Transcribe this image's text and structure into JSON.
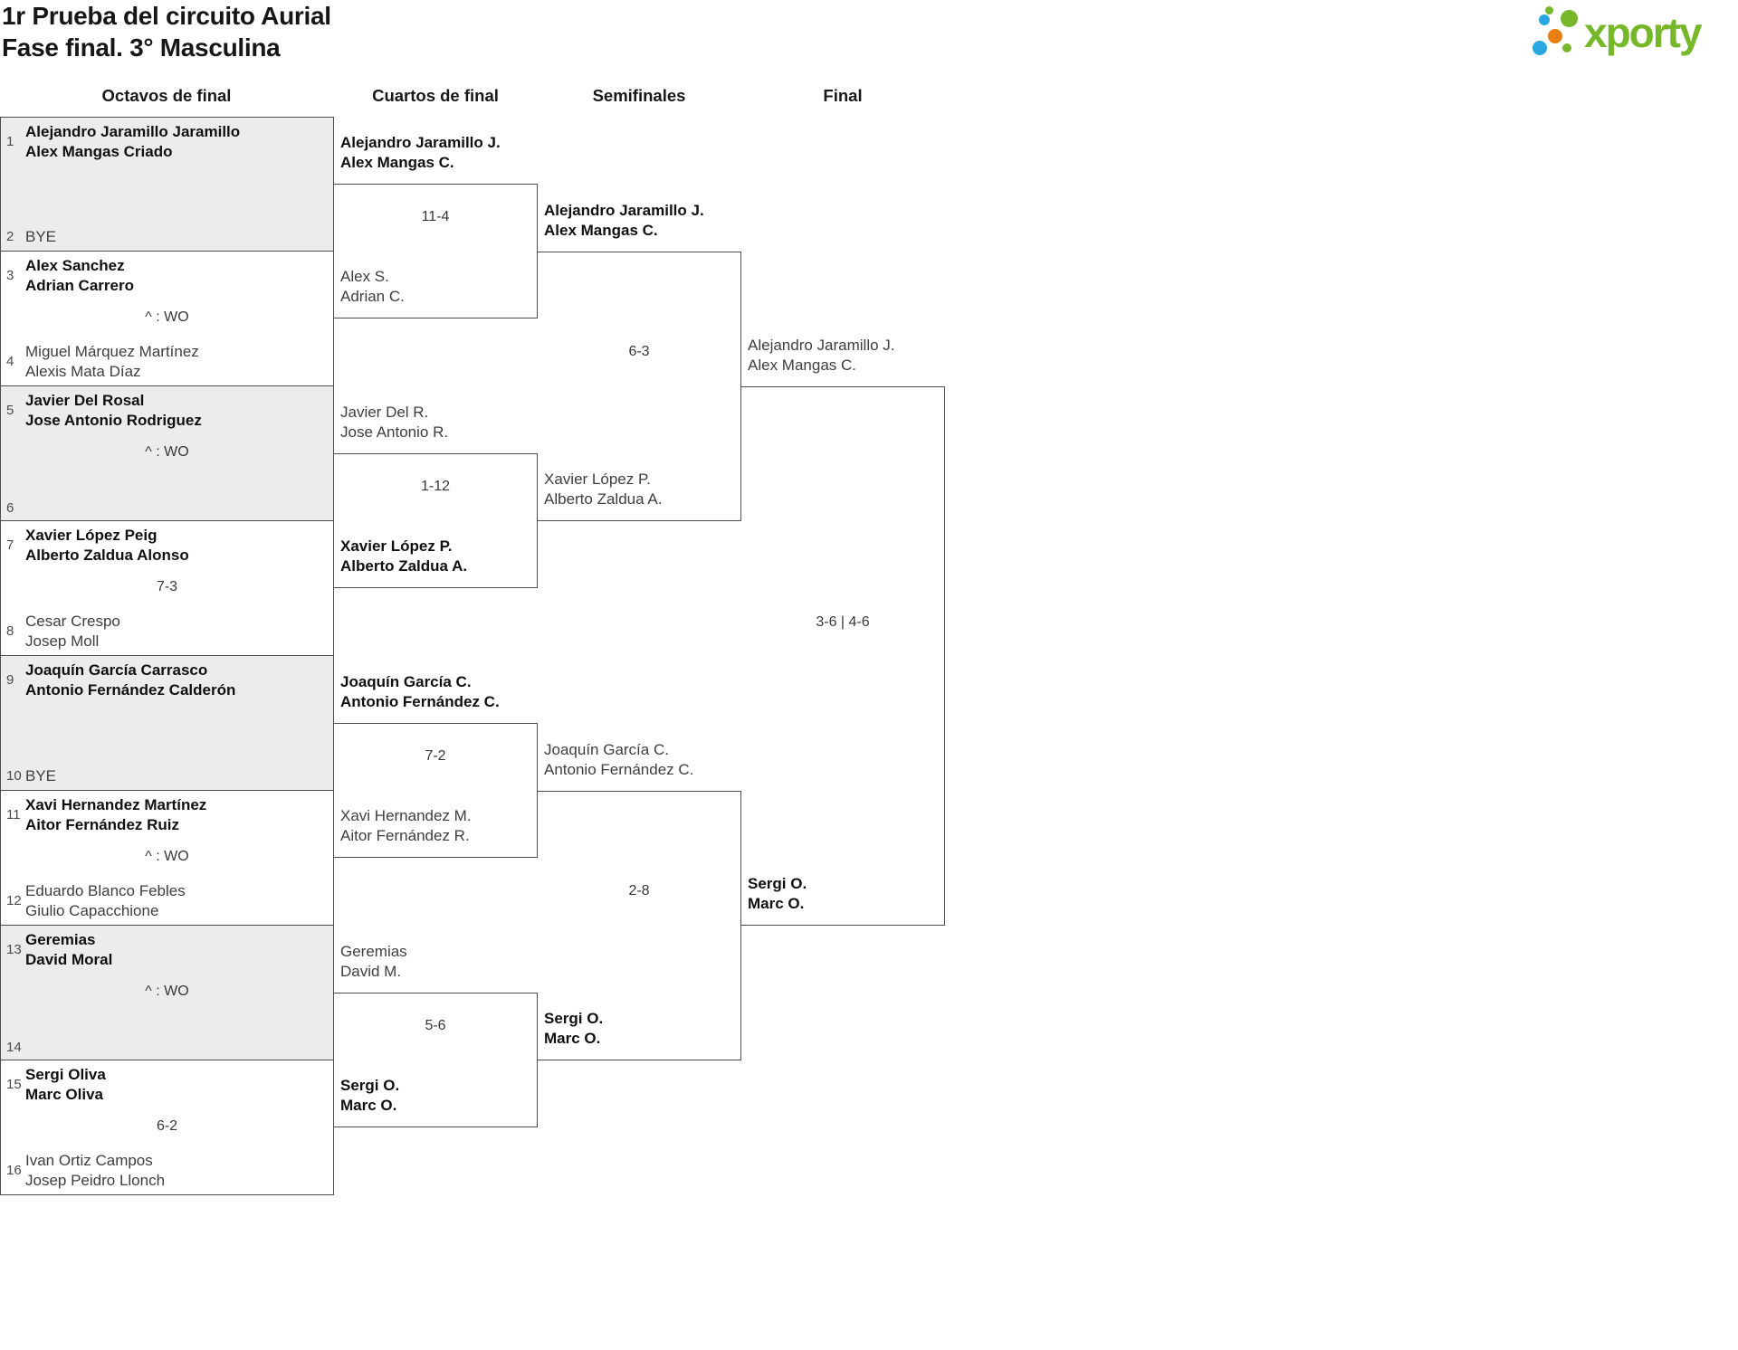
{
  "header": {
    "title_line1": "1r Prueba del circuito Aurial",
    "title_line2": "Fase final. 3° Masculina",
    "logo_text": "xporty"
  },
  "columns": [
    "Octavos de final",
    "Cuartos de final",
    "Semifinales",
    "Final"
  ],
  "colors": {
    "logo_green": "#76b82a",
    "logo_blue": "#29a7e1",
    "logo_orange": "#e87d13",
    "shaded_box": "#ececec",
    "border": "#4d4d4d",
    "winner_text": "#101010",
    "regular_text": "#3e3e3e"
  },
  "bracket": {
    "octavos": [
      {
        "shaded": true,
        "score": "",
        "slots": [
          {
            "seed": "1",
            "winner": true,
            "names": [
              "Alejandro Jaramillo Jaramillo",
              "Alex Mangas Criado"
            ]
          },
          {
            "seed": "2",
            "winner": false,
            "names": [
              "BYE"
            ]
          }
        ]
      },
      {
        "shaded": false,
        "score": "^ : WO",
        "slots": [
          {
            "seed": "3",
            "winner": true,
            "names": [
              "Alex Sanchez",
              "Adrian Carrero"
            ]
          },
          {
            "seed": "4",
            "winner": false,
            "names": [
              "Miguel Márquez Martínez",
              "Alexis Mata Díaz"
            ]
          }
        ]
      },
      {
        "shaded": true,
        "score": "^ : WO",
        "slots": [
          {
            "seed": "5",
            "winner": true,
            "names": [
              "Javier Del Rosal",
              "Jose Antonio Rodriguez"
            ]
          },
          {
            "seed": "6",
            "winner": false,
            "names": []
          }
        ]
      },
      {
        "shaded": false,
        "score": "7-3",
        "slots": [
          {
            "seed": "7",
            "winner": true,
            "names": [
              "Xavier López Peig",
              "Alberto Zaldua Alonso"
            ]
          },
          {
            "seed": "8",
            "winner": false,
            "names": [
              "Cesar Crespo",
              "Josep Moll"
            ]
          }
        ]
      },
      {
        "shaded": true,
        "score": "",
        "slots": [
          {
            "seed": "9",
            "winner": true,
            "names": [
              "Joaquín García Carrasco",
              "Antonio Fernández Calderón"
            ]
          },
          {
            "seed": "10",
            "winner": false,
            "names": [
              "BYE"
            ]
          }
        ]
      },
      {
        "shaded": false,
        "score": "^ : WO",
        "slots": [
          {
            "seed": "11",
            "winner": true,
            "names": [
              "Xavi Hernandez Martínez",
              "Aitor Fernández Ruiz"
            ]
          },
          {
            "seed": "12",
            "winner": false,
            "names": [
              "Eduardo Blanco Febles",
              "Giulio Capacchione"
            ]
          }
        ]
      },
      {
        "shaded": true,
        "score": "^ : WO",
        "slots": [
          {
            "seed": "13",
            "winner": true,
            "names": [
              "Geremias",
              "David Moral"
            ]
          },
          {
            "seed": "14",
            "winner": false,
            "names": []
          }
        ]
      },
      {
        "shaded": false,
        "score": "6-2",
        "slots": [
          {
            "seed": "15",
            "winner": true,
            "names": [
              "Sergi Oliva",
              "Marc Oliva"
            ]
          },
          {
            "seed": "16",
            "winner": false,
            "names": [
              "Ivan Ortiz Campos",
              "Josep Peidro Llonch"
            ]
          }
        ]
      }
    ],
    "cuartos": [
      {
        "score": "11-4",
        "teams": [
          {
            "winner": true,
            "names": [
              "Alejandro Jaramillo J.",
              "Alex Mangas C."
            ]
          },
          {
            "winner": false,
            "names": [
              "Alex S.",
              "Adrian C."
            ]
          }
        ]
      },
      {
        "score": "1-12",
        "teams": [
          {
            "winner": false,
            "names": [
              "Javier Del R.",
              "Jose Antonio R."
            ]
          },
          {
            "winner": true,
            "names": [
              "Xavier López P.",
              "Alberto Zaldua A."
            ]
          }
        ]
      },
      {
        "score": "7-2",
        "teams": [
          {
            "winner": true,
            "names": [
              "Joaquín García C.",
              "Antonio Fernández C."
            ]
          },
          {
            "winner": false,
            "names": [
              "Xavi Hernandez M.",
              "Aitor Fernández R."
            ]
          }
        ]
      },
      {
        "score": "5-6",
        "teams": [
          {
            "winner": false,
            "names": [
              "Geremias",
              "David M."
            ]
          },
          {
            "winner": true,
            "names": [
              "Sergi O.",
              "Marc O."
            ]
          }
        ]
      }
    ],
    "semifinales": [
      {
        "score": "6-3",
        "teams": [
          {
            "winner": true,
            "names": [
              "Alejandro Jaramillo J.",
              "Alex Mangas C."
            ]
          },
          {
            "winner": false,
            "names": [
              "Xavier López P.",
              "Alberto Zaldua A."
            ]
          }
        ]
      },
      {
        "score": "2-8",
        "teams": [
          {
            "winner": false,
            "names": [
              "Joaquín García C.",
              "Antonio Fernández C."
            ]
          },
          {
            "winner": true,
            "names": [
              "Sergi O.",
              "Marc O."
            ]
          }
        ]
      }
    ],
    "final": [
      {
        "score": "3-6 | 4-6",
        "teams": [
          {
            "winner": false,
            "names": [
              "Alejandro Jaramillo J.",
              "Alex Mangas C."
            ]
          },
          {
            "winner": true,
            "names": [
              "Sergi O.",
              "Marc O."
            ]
          }
        ]
      }
    ]
  }
}
